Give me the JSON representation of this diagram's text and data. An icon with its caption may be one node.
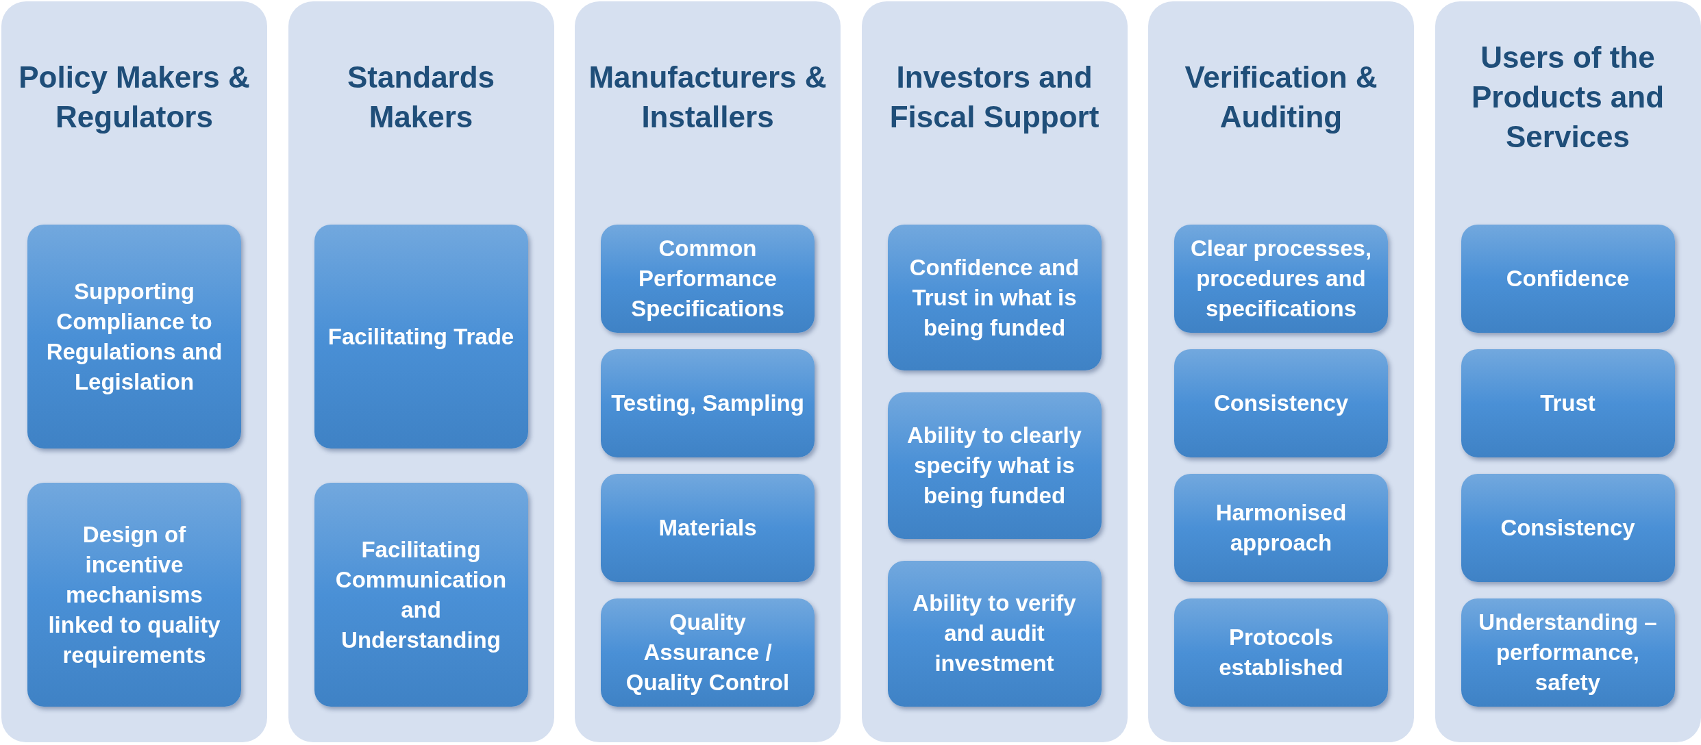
{
  "diagram": {
    "nodes": [
      {
        "text": [
          "Policy Makers & Regulators"
        ]
      },
      {
        "text": [
          "Supporting Compliance to Regulations and Legislation"
        ],
        "in": 0
      },
      {
        "text": [
          "Design of incentive mechanisms linked to quality requirements"
        ],
        "in": 0
      },
      {
        "text": [
          "Standards Makers"
        ]
      },
      {
        "text": [
          "Facilitating Trade"
        ],
        "in": 3
      },
      {
        "text": [
          "Facilitating Communication and Understanding"
        ],
        "in": 3
      },
      {
        "text": [
          "Manufacturers & Installers"
        ]
      },
      {
        "text": [
          "Common Performance Specifications"
        ],
        "in": 6
      },
      {
        "text": [
          "Testing, Sampling"
        ],
        "in": 6
      },
      {
        "text": [
          "Materials"
        ],
        "in": 6
      },
      {
        "text": [
          "Quality Assurance / Quality Control"
        ],
        "in": 6
      },
      {
        "text": [
          "Investors and Fiscal Support"
        ]
      },
      {
        "text": [
          "Confidence and Trust in what is being funded"
        ],
        "in": 11
      },
      {
        "text": [
          "Ability to clearly specify what is being funded"
        ],
        "in": 11
      },
      {
        "text": [
          "Ability to verify and audit investment"
        ],
        "in": 11
      },
      {
        "text": [
          "Verification & Auditing"
        ]
      },
      {
        "text": [
          "Clear processes, procedures and specifications"
        ],
        "in": 15
      },
      {
        "text": [
          "Consistency"
        ],
        "in": 15
      },
      {
        "text": [
          "Harmonised approach"
        ],
        "in": 15
      },
      {
        "text": [
          "Protocols established"
        ],
        "in": 15
      },
      {
        "text": [
          "Users of the Products and Services"
        ]
      },
      {
        "text": [
          "Confidence"
        ],
        "in": 20
      },
      {
        "text": [
          "Trust"
        ],
        "in": 20
      },
      {
        "text": [
          "Consistency"
        ],
        "in": 20
      },
      {
        "text": [
          "Understanding – performance, safety"
        ],
        "in": 20
      }
    ]
  }
}
